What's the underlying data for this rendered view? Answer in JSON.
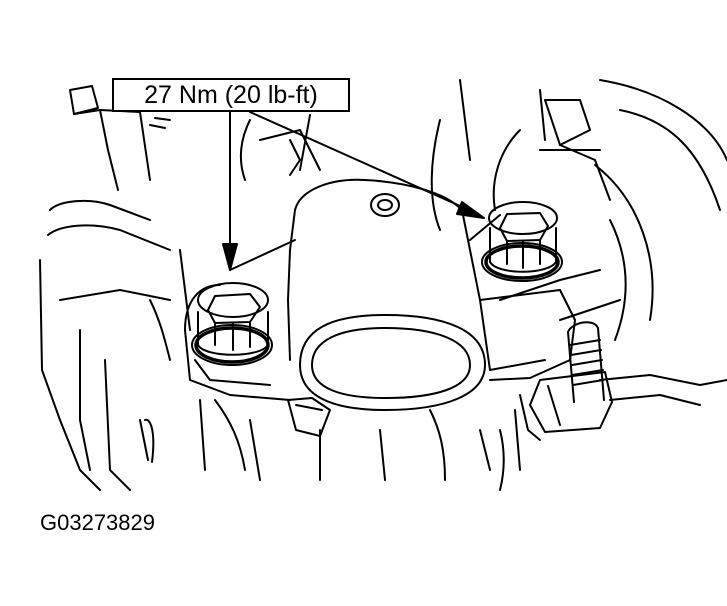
{
  "diagram": {
    "torque_label": "27 Nm (20 lb-ft)",
    "figure_code": "G03273829",
    "line_color": "#000000",
    "background_color": "#ffffff",
    "bolts": [
      {
        "name": "left-housing-bolt"
      },
      {
        "name": "right-housing-bolt"
      }
    ]
  }
}
